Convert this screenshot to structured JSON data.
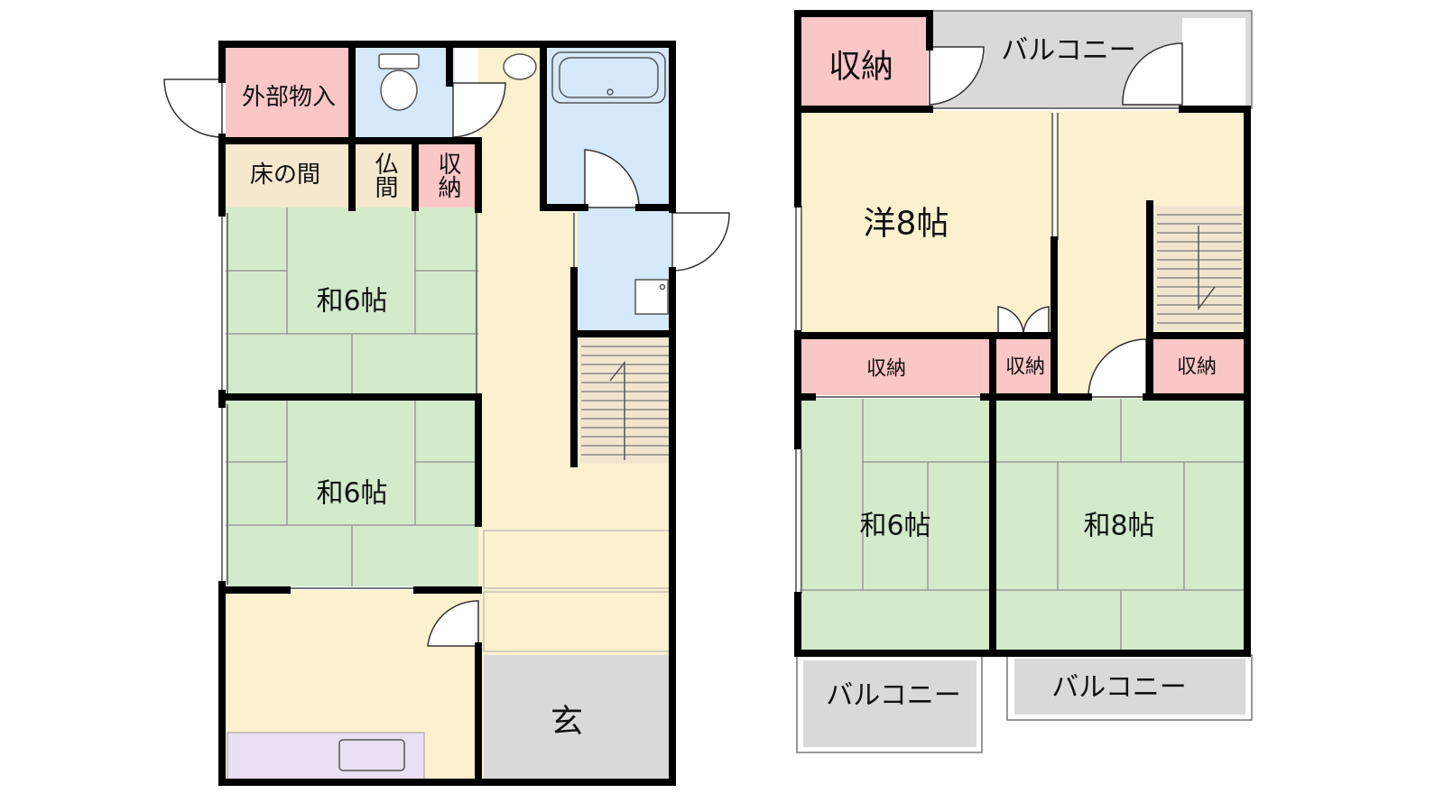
{
  "floor1": {
    "exterior_storage": "外部物入",
    "tokonoma": "床の間",
    "butsuma": "仏間",
    "storage_small": "収納",
    "washitsu_top": "和6帖",
    "washitsu_middle": "和6帖",
    "genkan": "玄"
  },
  "floor2": {
    "storage_corner": "収納",
    "balcony_top": "バルコニー",
    "youshitsu": "洋8帖",
    "storage_left": "収納",
    "storage_center": "収納",
    "storage_right": "収納",
    "washitsu_6": "和6帖",
    "washitsu_8": "和8帖",
    "balcony_bottom_left": "バルコニー",
    "balcony_bottom_right": "バルコニー"
  },
  "colors": {
    "tatami": "#d3eacb",
    "wood_floor": "#fcf1cf",
    "storage_pink": "#fbc6c6",
    "wet_area_blue": "#d5e9fb",
    "balcony_gray": "#d9d9d9",
    "tokonoma_beige": "#f5e8cf",
    "kitchen_lavender": "#eadff5",
    "wall": "#000000"
  }
}
